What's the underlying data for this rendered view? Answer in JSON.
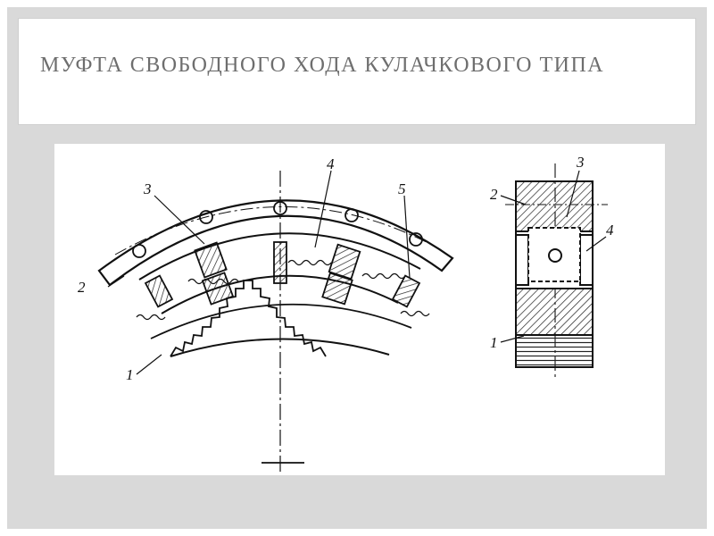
{
  "slide": {
    "title": "МУФТА СВОБОДНОГО ХОДА КУЛАЧКОВОГО ТИПА"
  },
  "figure": {
    "front_view_labels": [
      "1",
      "2",
      "3",
      "4",
      "5"
    ],
    "side_view_labels": [
      "1",
      "2",
      "3",
      "4"
    ]
  }
}
